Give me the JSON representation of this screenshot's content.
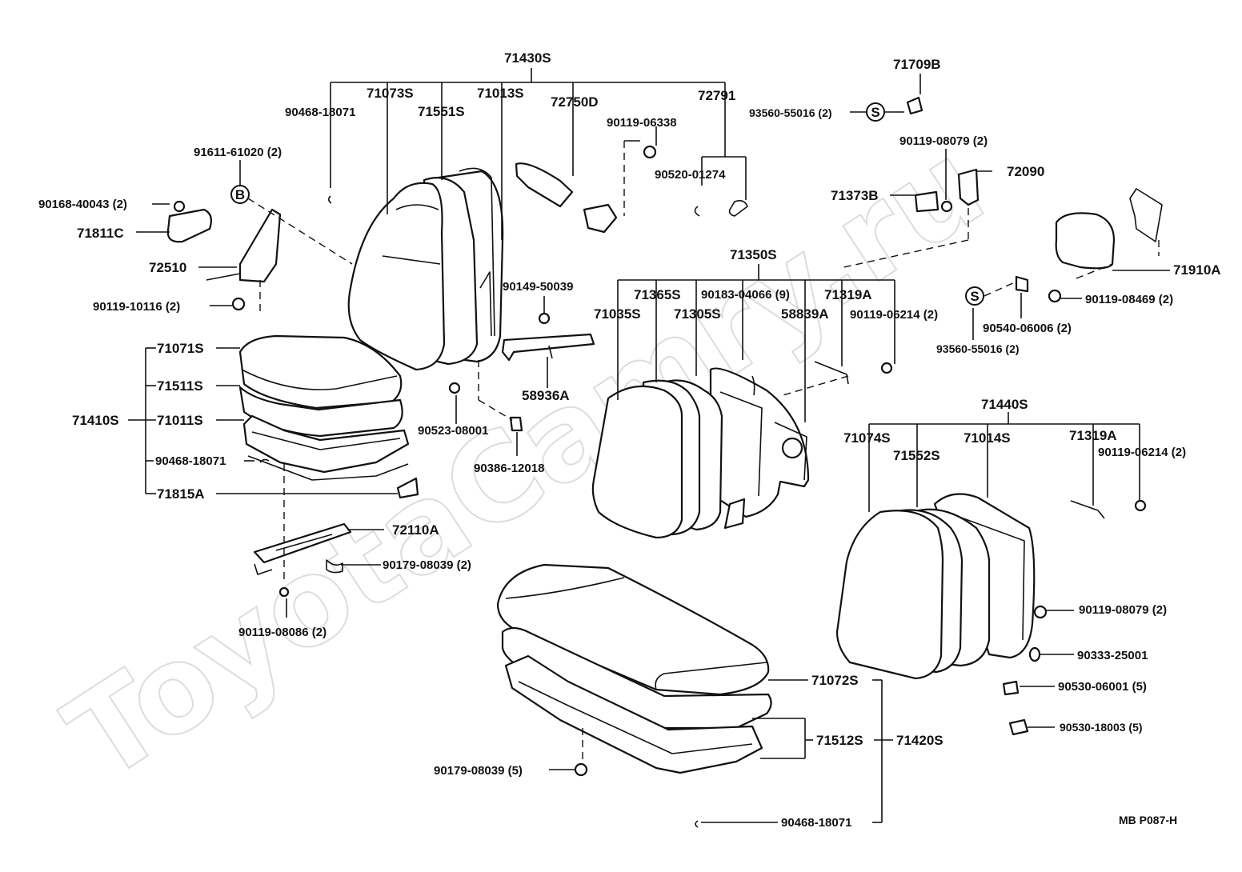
{
  "watermark": "ToyotaCamry.ru",
  "drawing_code": "MB  P087-H",
  "symbols": {
    "b": "B",
    "s": "S"
  },
  "labels": {
    "l71430S": "71430S",
    "l71073S": "71073S",
    "l71013S": "71013S",
    "l90468_18071_a": "90468-18071",
    "l71551S": "71551S",
    "l72750D": "72750D",
    "l72791": "72791",
    "l90119_06338": "90119-06338",
    "l90520_01274": "90520-01274",
    "l91611_61020": "91611-61020 (2)",
    "l90168_40043": "90168-40043 (2)",
    "l71811C": "71811C",
    "l72510": "72510",
    "l90119_10116": "90119-10116 (2)",
    "l90149_50039": "90149-50039",
    "l58936A": "58936A",
    "l71071S": "71071S",
    "l71511S": "71511S",
    "l71410S": "71410S",
    "l71011S": "71011S",
    "l90468_18071_b": "90468-18071",
    "l71815A": "71815A",
    "l90523_08001": "90523-08001",
    "l90386_12018": "90386-12018",
    "l72110A": "72110A",
    "l90179_08039_2": "90179-08039 (2)",
    "l90119_08086": "90119-08086 (2)",
    "l71709B": "71709B",
    "l93560_55016_a": "93560-55016 (2)",
    "l90119_08079_a": "90119-08079 (2)",
    "l72090": "72090",
    "l71373B": "71373B",
    "l71910A": "71910A",
    "l90119_08469": "90119-08469 (2)",
    "l90540_06006": "90540-06006 (2)",
    "l93560_55016_b": "93560-55016 (2)",
    "l71350S": "71350S",
    "l71365S": "71365S",
    "l90183_04066": "90183-04066 (9)",
    "l71319A_a": "71319A",
    "l71035S": "71035S",
    "l71305S": "71305S",
    "l58839A": "58839A",
    "l90119_06214_a": "90119-06214 (2)",
    "l71440S": "71440S",
    "l71074S": "71074S",
    "l71014S": "71014S",
    "l71319A_b": "71319A",
    "l71552S": "71552S",
    "l90119_06214_b": "90119-06214 (2)",
    "l90119_08079_b": "90119-08079 (2)",
    "l90333_25001": "90333-25001",
    "l90530_06001": "90530-06001 (5)",
    "l90530_18003": "90530-18003 (5)",
    "l71072S": "71072S",
    "l71512S": "71512S",
    "l71420S": "71420S",
    "l90179_08039_5": "90179-08039 (5)",
    "l90468_18071_c": "90468-18071"
  }
}
